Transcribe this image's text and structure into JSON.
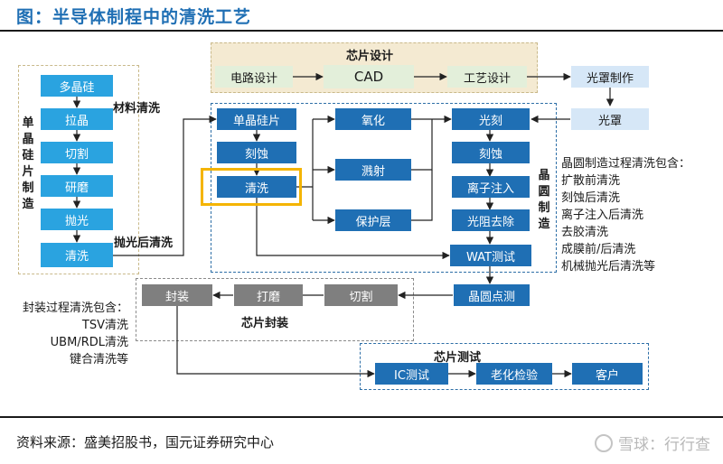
{
  "title": "图：半导体制程中的清洗工艺",
  "left_column": {
    "boxes": [
      "多晶硅",
      "拉晶",
      "切割",
      "研磨",
      "抛光",
      "清洗"
    ],
    "vertical_label": "单晶硅片制造",
    "material_clean": "材料清洗",
    "post_polish_clean": "抛光后清洗"
  },
  "chip_design": {
    "label": "芯片设计",
    "steps": [
      "电路设计",
      "CAD",
      "工艺设计"
    ],
    "mask_making": "光罩制作",
    "mask": "光罩"
  },
  "wafer": {
    "vertical_label": "晶圆制造",
    "col1": [
      "单晶硅片",
      "刻蚀",
      "清洗"
    ],
    "col2": [
      "氧化",
      "溅射",
      "保护层"
    ],
    "col3": [
      "光刻",
      "刻蚀",
      "离子注入",
      "光阻去除",
      "WAT测试"
    ],
    "cleaning_notes": [
      "晶圆制造过程清洗包含：",
      "扩散前清洗",
      "刻蚀后清洗",
      "离子注入后清洗",
      "去胶清洗",
      "成膜前/后清洗",
      "机械抛光后清洗等"
    ]
  },
  "probe": "晶圆点测",
  "packaging": {
    "label": "芯片封装",
    "steps": [
      "封装",
      "打磨",
      "切割"
    ],
    "notes": [
      "封装过程清洗包含：",
      "TSV清洗",
      "UBM/RDL清洗",
      "键合清洗等"
    ]
  },
  "testing": {
    "label": "芯片测试",
    "steps": [
      "IC测试",
      "老化检验",
      "客户"
    ]
  },
  "footer": "资料来源：盛美招股书，国元证券研究中心",
  "watermark": "雪球：行行查",
  "colors": {
    "dark_blue": "#1f6fb4",
    "light_blue": "#2aa3e0",
    "gray": "#7f7f7f",
    "highlight": "#f4b400",
    "title": "#1f6fb4"
  }
}
